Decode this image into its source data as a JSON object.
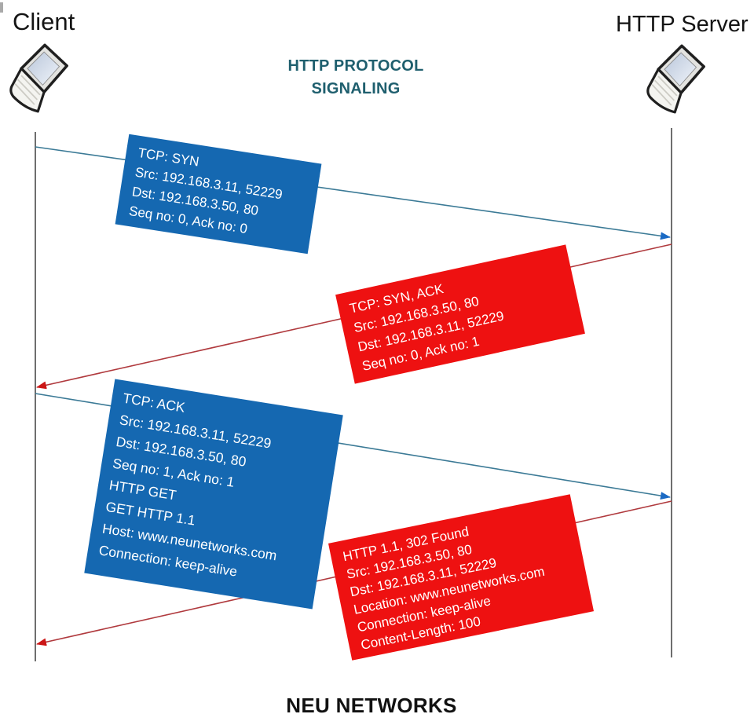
{
  "header": {
    "client_label": "Client",
    "server_label": "HTTP Server",
    "title_line1": "HTTP PROTOCOL",
    "title_line2": "SIGNALING"
  },
  "footer": {
    "brand": "NEU NETWORKS"
  },
  "messages": [
    {
      "id": "tcp-syn",
      "direction": "client-to-server",
      "box_color": "blue",
      "lines": [
        "TCP: SYN",
        "Src: 192.168.3.11, 52229",
        "Dst: 192.168.3.50, 80",
        "Seq no: 0, Ack no: 0"
      ]
    },
    {
      "id": "tcp-syn-ack",
      "direction": "server-to-client",
      "box_color": "red",
      "lines": [
        "TCP: SYN, ACK",
        "Src: 192.168.3.50, 80",
        "Dst: 192.168.3.11, 52229",
        "Seq no: 0, Ack no: 1"
      ]
    },
    {
      "id": "tcp-ack-http-get",
      "direction": "client-to-server",
      "box_color": "blue",
      "lines": [
        "TCP: ACK",
        "Src: 192.168.3.11, 52229",
        "Dst: 192.168.3.50, 80",
        "Seq no: 1, Ack no: 1",
        "HTTP GET",
        "GET HTTP 1.1",
        "Host: www.neunetworks.com",
        "Connection: keep-alive"
      ]
    },
    {
      "id": "http-302-found",
      "direction": "server-to-client",
      "box_color": "red",
      "lines": [
        "HTTP 1.1, 302 Found",
        "Src: 192.168.3.50, 80",
        "Dst: 192.168.3.11, 52229",
        "Location: www.neunetworks.com",
        "Connection: keep-alive",
        "Content-Length: 100"
      ]
    }
  ],
  "colors": {
    "blue_box": "#1568B1",
    "red_box": "#EE1111",
    "box_text": "#FFFFFF",
    "title_teal": "#1F5F6E",
    "label_text": "#141414",
    "lifeline": "#6E6E6E",
    "blue_arrow_line": "#3B7A96",
    "blue_arrowhead": "#1B6AC4",
    "red_arrow_line": "#B03A3E",
    "red_arrowhead": "#CC1616",
    "footer_text": "#111111"
  }
}
